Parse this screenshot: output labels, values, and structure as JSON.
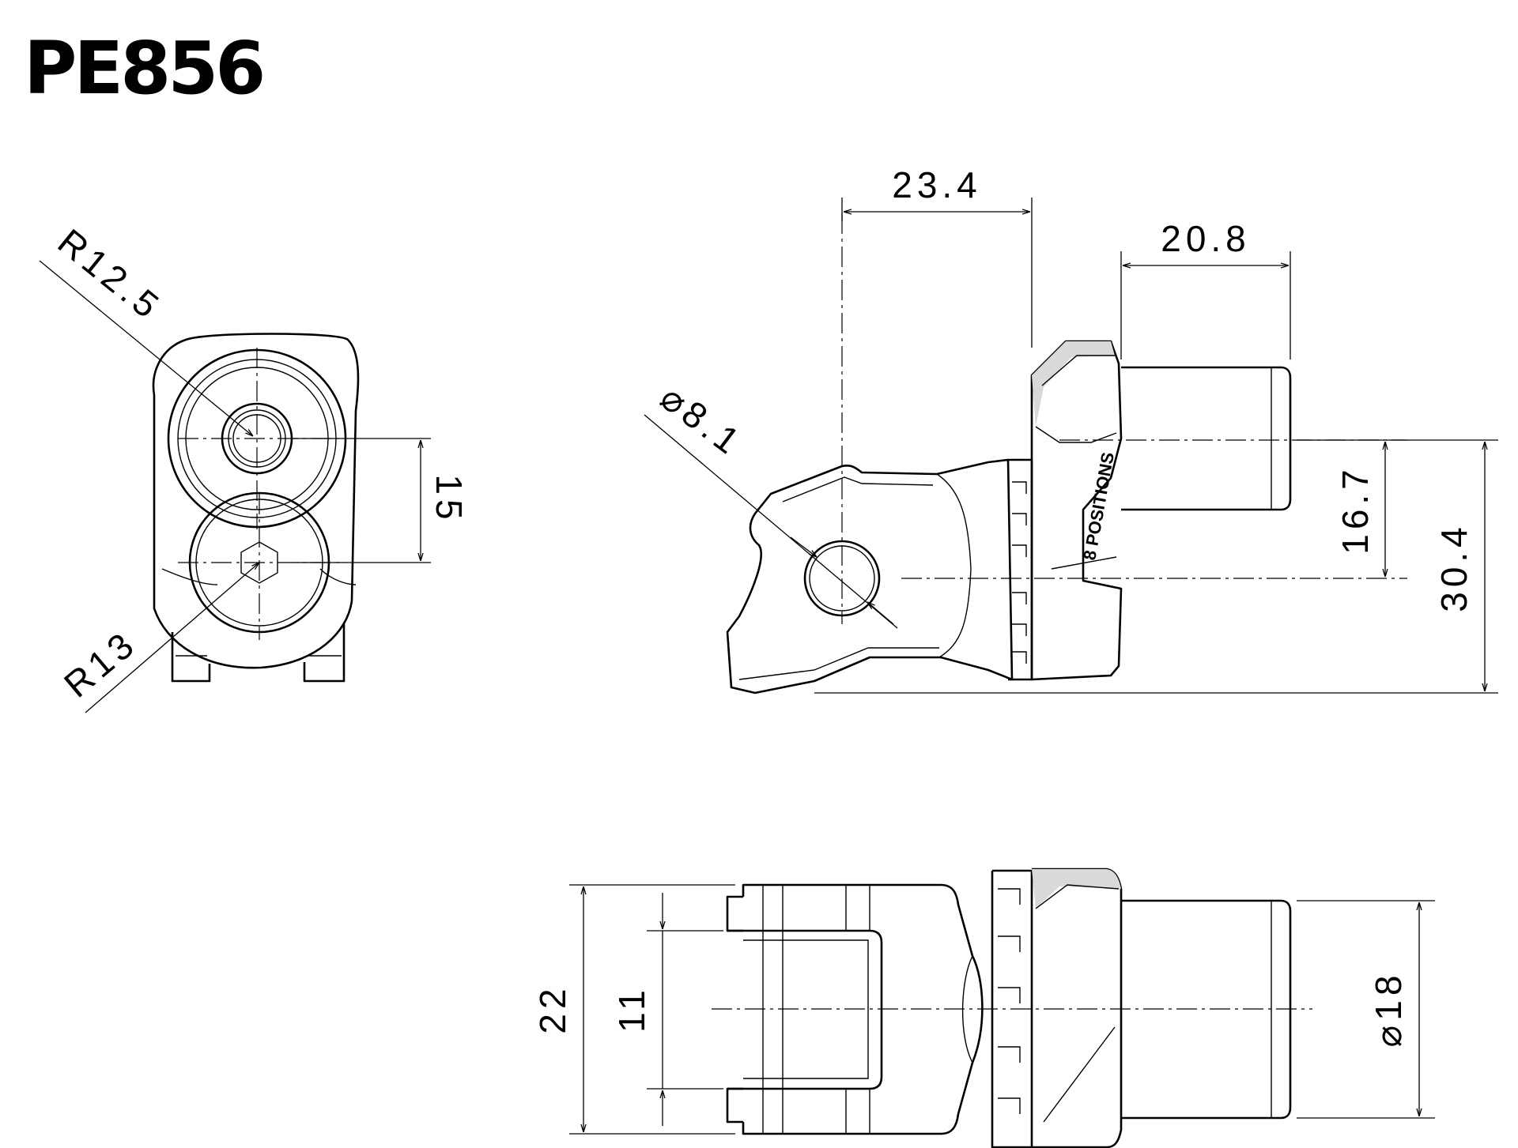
{
  "title": "PE856",
  "engraving": "8 POSITIONS",
  "dimensions": {
    "front_view": {
      "outer_radius": "R12.5",
      "lower_radius": "R13",
      "hole_spacing": "15"
    },
    "side_view": {
      "overall_length": "23.4",
      "pin_length": "20.8",
      "hole_diameter": "8.1",
      "center_offset": "16.7",
      "overall_height": "30.4"
    },
    "top_view": {
      "overall_width": "22",
      "slot_width": "11",
      "pin_diameter": "18"
    }
  },
  "symbols": {
    "diameter": "⌀"
  }
}
